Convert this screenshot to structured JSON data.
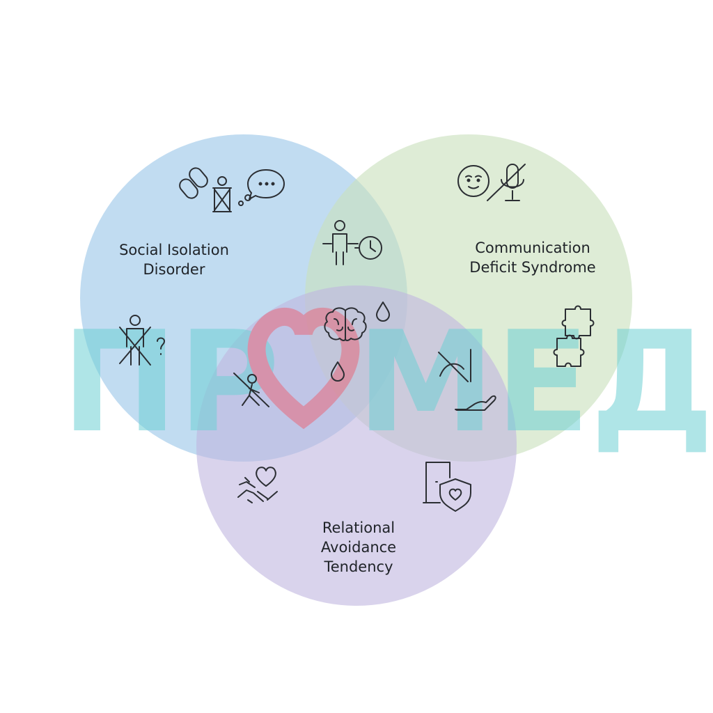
{
  "diagram": {
    "circles": [
      {
        "id": "social",
        "label_lines": [
          "Social Isolation",
          "Disorder"
        ],
        "color": "#a9cfec"
      },
      {
        "id": "communication",
        "label_lines": [
          "Communication",
          "Deficit Syndrome"
        ],
        "color": "#c9e1bd"
      },
      {
        "id": "relational",
        "label_lines": [
          "Relational",
          "Avoidance",
          "Tendency"
        ],
        "color": "#c0b6e0"
      }
    ]
  },
  "watermark": {
    "text": "ПРОМЕД",
    "color": "#6fd0d4",
    "heart_color": "#e86a7c"
  },
  "icons": [
    "chain-link-icon",
    "crossed-person-icon",
    "speech-bubble-icon",
    "neutral-face-icon",
    "muted-microphone-icon",
    "person-with-clock-icon",
    "brain-icon",
    "water-drop-icon",
    "crossed-out-person-question-icon",
    "puzzle-pieces-icon",
    "crossed-stick-figure-icon",
    "crossed-arc-icon",
    "open-hand-icon",
    "heart-handshake-icon",
    "door-shield-heart-icon"
  ]
}
